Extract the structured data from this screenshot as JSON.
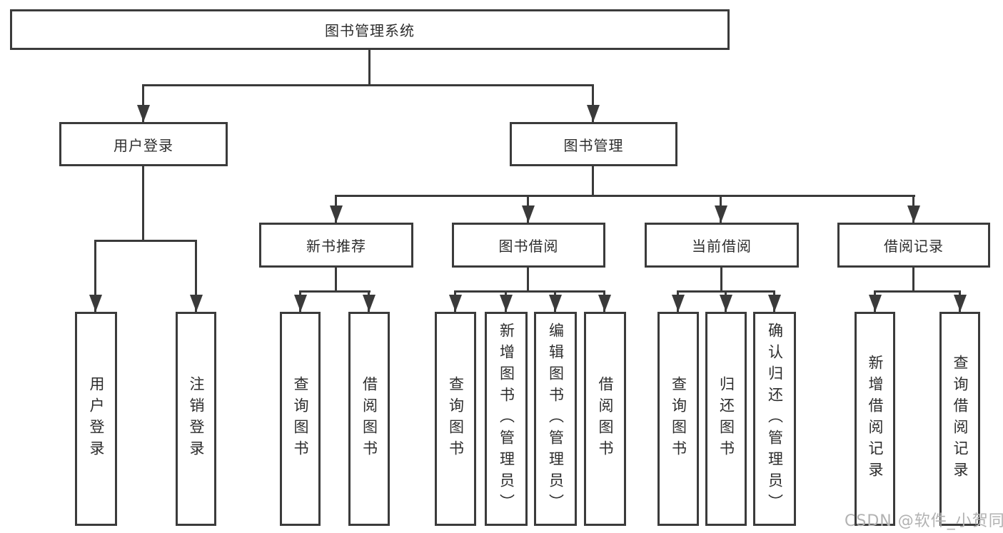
{
  "diagram_type": "hierarchy-tree",
  "colors": {
    "line": "#3a3a3a",
    "border": "#3b3b3b",
    "text": "#2d2d2d",
    "background": "#ffffff",
    "watermark": "#b2b2b2"
  },
  "tree": {
    "label": "图书管理系统",
    "children": [
      {
        "label": "用户登录",
        "children": [
          {
            "label": "用户登录"
          },
          {
            "label": "注销登录"
          }
        ]
      },
      {
        "label": "图书管理",
        "children": [
          {
            "label": "新书推荐",
            "children": [
              {
                "label": "查询图书"
              },
              {
                "label": "借阅图书"
              }
            ]
          },
          {
            "label": "图书借阅",
            "children": [
              {
                "label": "查询图书"
              },
              {
                "label": "新增图书（管理员）"
              },
              {
                "label": "编辑图书（管理员）"
              },
              {
                "label": "借阅图书"
              }
            ]
          },
          {
            "label": "当前借阅",
            "children": [
              {
                "label": "查询图书"
              },
              {
                "label": "归还图书"
              },
              {
                "label": "确认归还（管理员）"
              }
            ]
          },
          {
            "label": "借阅记录",
            "children": [
              {
                "label": "新增借阅记录"
              },
              {
                "label": "查询借阅记录"
              }
            ]
          }
        ]
      }
    ]
  },
  "watermark": {
    "text": "CSDN @软件_小贺同学"
  }
}
